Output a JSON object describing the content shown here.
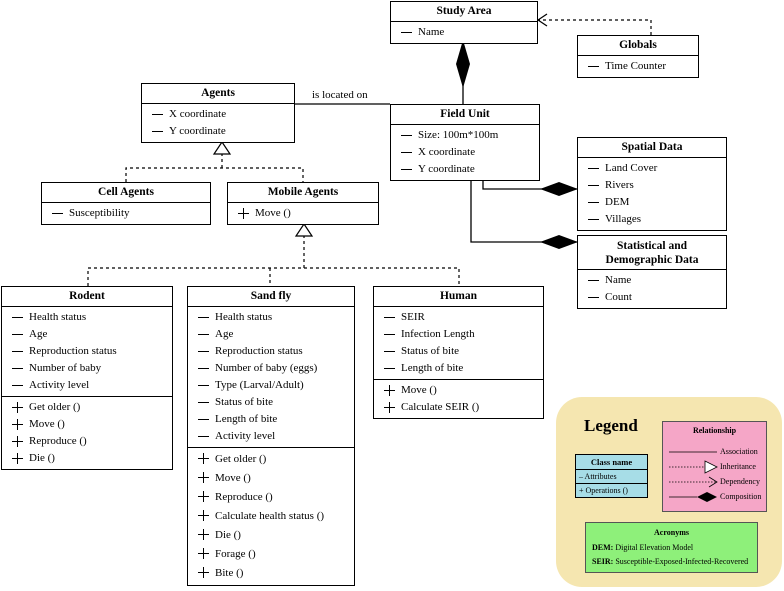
{
  "association_label": "is located on",
  "classes": {
    "study_area": {
      "name": "Study Area",
      "attributes": [
        "Name"
      ]
    },
    "globals": {
      "name": "Globals",
      "attributes": [
        "Time Counter"
      ]
    },
    "agents": {
      "name": "Agents",
      "attributes": [
        "X coordinate",
        "Y coordinate"
      ]
    },
    "field_unit": {
      "name": "Field Unit",
      "attributes": [
        "Size: 100m*100m",
        "X coordinate",
        "Y coordinate"
      ]
    },
    "spatial_data": {
      "name": "Spatial Data",
      "attributes": [
        "Land Cover",
        "Rivers",
        "DEM",
        "Villages"
      ]
    },
    "cell_agents": {
      "name": "Cell Agents",
      "attributes": [
        "Susceptibility"
      ]
    },
    "mobile_agents": {
      "name": "Mobile Agents",
      "operations": [
        "Move ()"
      ]
    },
    "statistical": {
      "name_line1": "Statistical and",
      "name_line2": "Demographic Data",
      "attributes": [
        "Name",
        "Count"
      ]
    },
    "rodent": {
      "name": "Rodent",
      "attributes": [
        "Health status",
        "Age",
        "Reproduction status",
        "Number of baby",
        "Activity level"
      ],
      "operations": [
        "Get older ()",
        "Move ()",
        "Reproduce ()",
        "Die ()"
      ]
    },
    "sand_fly": {
      "name": "Sand fly",
      "attributes": [
        "Health status",
        "Age",
        "Reproduction status",
        "Number of baby (eggs)",
        "Type (Larval/Adult)",
        "Status of bite",
        "Length of bite",
        "Activity level"
      ],
      "operations": [
        "Get older ()",
        "Move ()",
        "Reproduce ()",
        "Calculate health status ()",
        "Die ()",
        "Forage ()",
        "Bite ()"
      ]
    },
    "human": {
      "name": "Human",
      "attributes": [
        "SEIR",
        "Infection Length",
        "Status of bite",
        "Length of bite"
      ],
      "operations": [
        "Move ()",
        "Calculate SEIR ()"
      ]
    }
  },
  "legend": {
    "title": "Legend",
    "class_box": {
      "name": "Class name",
      "attributes": "– Attributes",
      "operations": "+ Operations ()"
    },
    "relationship": {
      "title": "Relationship",
      "association": "Association",
      "inheritance": "Inheritance",
      "dependency": "Dependency",
      "composition": "Composition"
    },
    "acronyms": {
      "title": "Acronyms",
      "dem_key": "DEM:",
      "dem_value": "Digital Elevation Model",
      "seir_key": "SEIR:",
      "seir_value": "Susceptible-Exposed-Infected-Recovered"
    },
    "colors": {
      "background": "#f5e6b0",
      "class_box": "#a7dde7",
      "relationship_box": "#f5a6c7",
      "acronyms_box": "#8ef07a"
    }
  }
}
